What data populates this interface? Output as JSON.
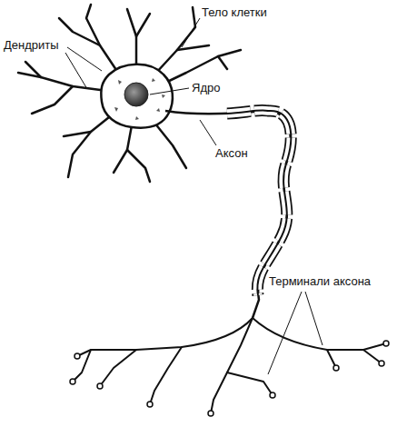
{
  "diagram": {
    "labels": [
      "Тело клетки",
      "Дендриты",
      "Ядро",
      "Аксон",
      "Терминали аксона"
    ]
  }
}
